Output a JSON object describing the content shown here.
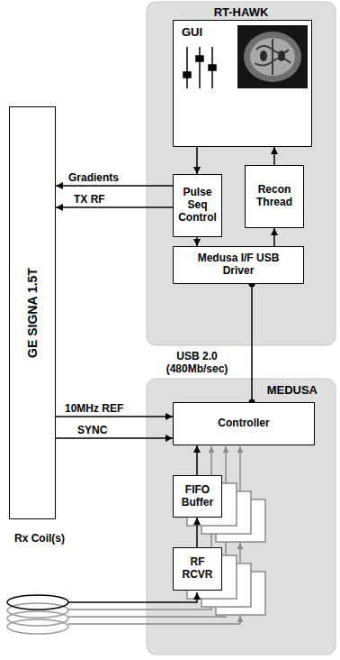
{
  "diagram": {
    "nodes": [
      {
        "text": [
          "RT-HAWK"
        ]
      },
      {
        "text": [
          "GUI"
        ],
        "in": 0
      },
      {
        "text": [
          "Pulse Seq Control"
        ],
        "in": 0
      },
      {
        "text": [
          "Recon Thread"
        ],
        "in": 0
      },
      {
        "text": [
          "Medusa I/F USB Driver"
        ],
        "in": 0
      },
      {
        "text": [
          "GE SIGNA 1.5T"
        ]
      },
      {
        "text": [
          "MEDUSA"
        ]
      },
      {
        "text": [
          "Controller"
        ],
        "in": 6
      },
      {
        "text": [
          "FIFO Buffer"
        ],
        "in": 6
      },
      {
        "text": [
          "RF RCVR"
        ],
        "in": 6
      }
    ],
    "edges": [
      {
        "from": 1,
        "to": 2,
        "arrow": "to"
      },
      {
        "from": 3,
        "to": 1,
        "arrow": "to"
      },
      {
        "from": 2,
        "to": 5,
        "arrow": "to",
        "label": "Gradients"
      },
      {
        "from": 2,
        "to": 5,
        "arrow": "to",
        "label": "TX RF"
      },
      {
        "from": 2,
        "to": 4,
        "arrow": "to"
      },
      {
        "from": 4,
        "to": 3,
        "arrow": "to"
      },
      {
        "from": 4,
        "to": 7,
        "arrow": "none",
        "label": "USB 2.0 (480Mb/sec)"
      },
      {
        "from": 5,
        "to": 7,
        "arrow": "to",
        "label": "10MHz REF"
      },
      {
        "from": 5,
        "to": 7,
        "arrow": "to",
        "label": "SYNC"
      },
      {
        "from": 8,
        "to": 7,
        "arrow": "to"
      },
      {
        "from": 9,
        "to": 8,
        "arrow": "to"
      }
    ],
    "labels": [
      "Rx Coil(s)"
    ]
  }
}
